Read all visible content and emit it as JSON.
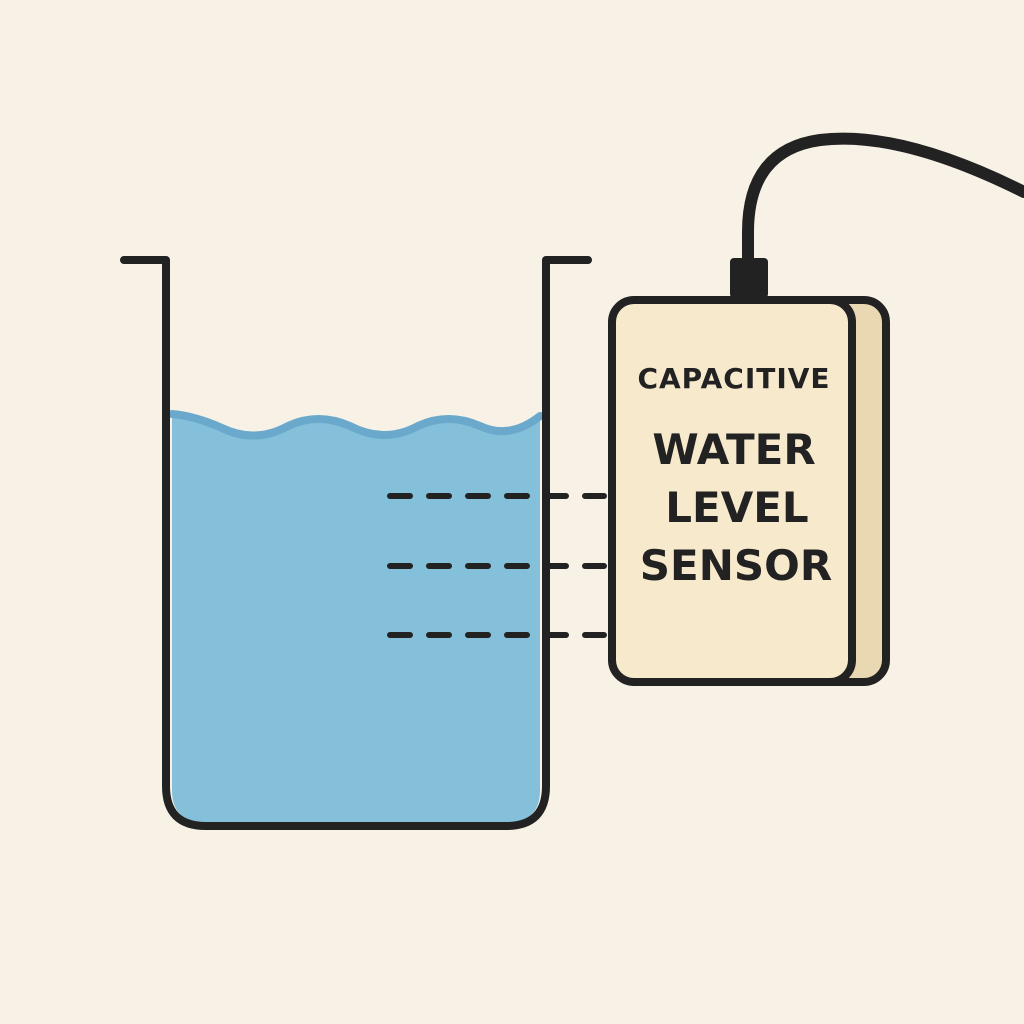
{
  "diagram": {
    "sensor": {
      "subtitle": "CAPACITIVE",
      "title_lines": [
        "WATER",
        "LEVEL",
        "SENSOR"
      ]
    },
    "colors": {
      "background": "#f8f1e5",
      "water": "#85c0da",
      "water_surface": "#6aa9cc",
      "outline": "#222222",
      "sensor_face": "#f7e9cc",
      "sensor_side": "#ead8b2"
    },
    "icons": {
      "container": "beaker-container",
      "sensor": "sensor-box",
      "cable": "power-cable",
      "signal": "dashed-sensing-lines"
    }
  }
}
